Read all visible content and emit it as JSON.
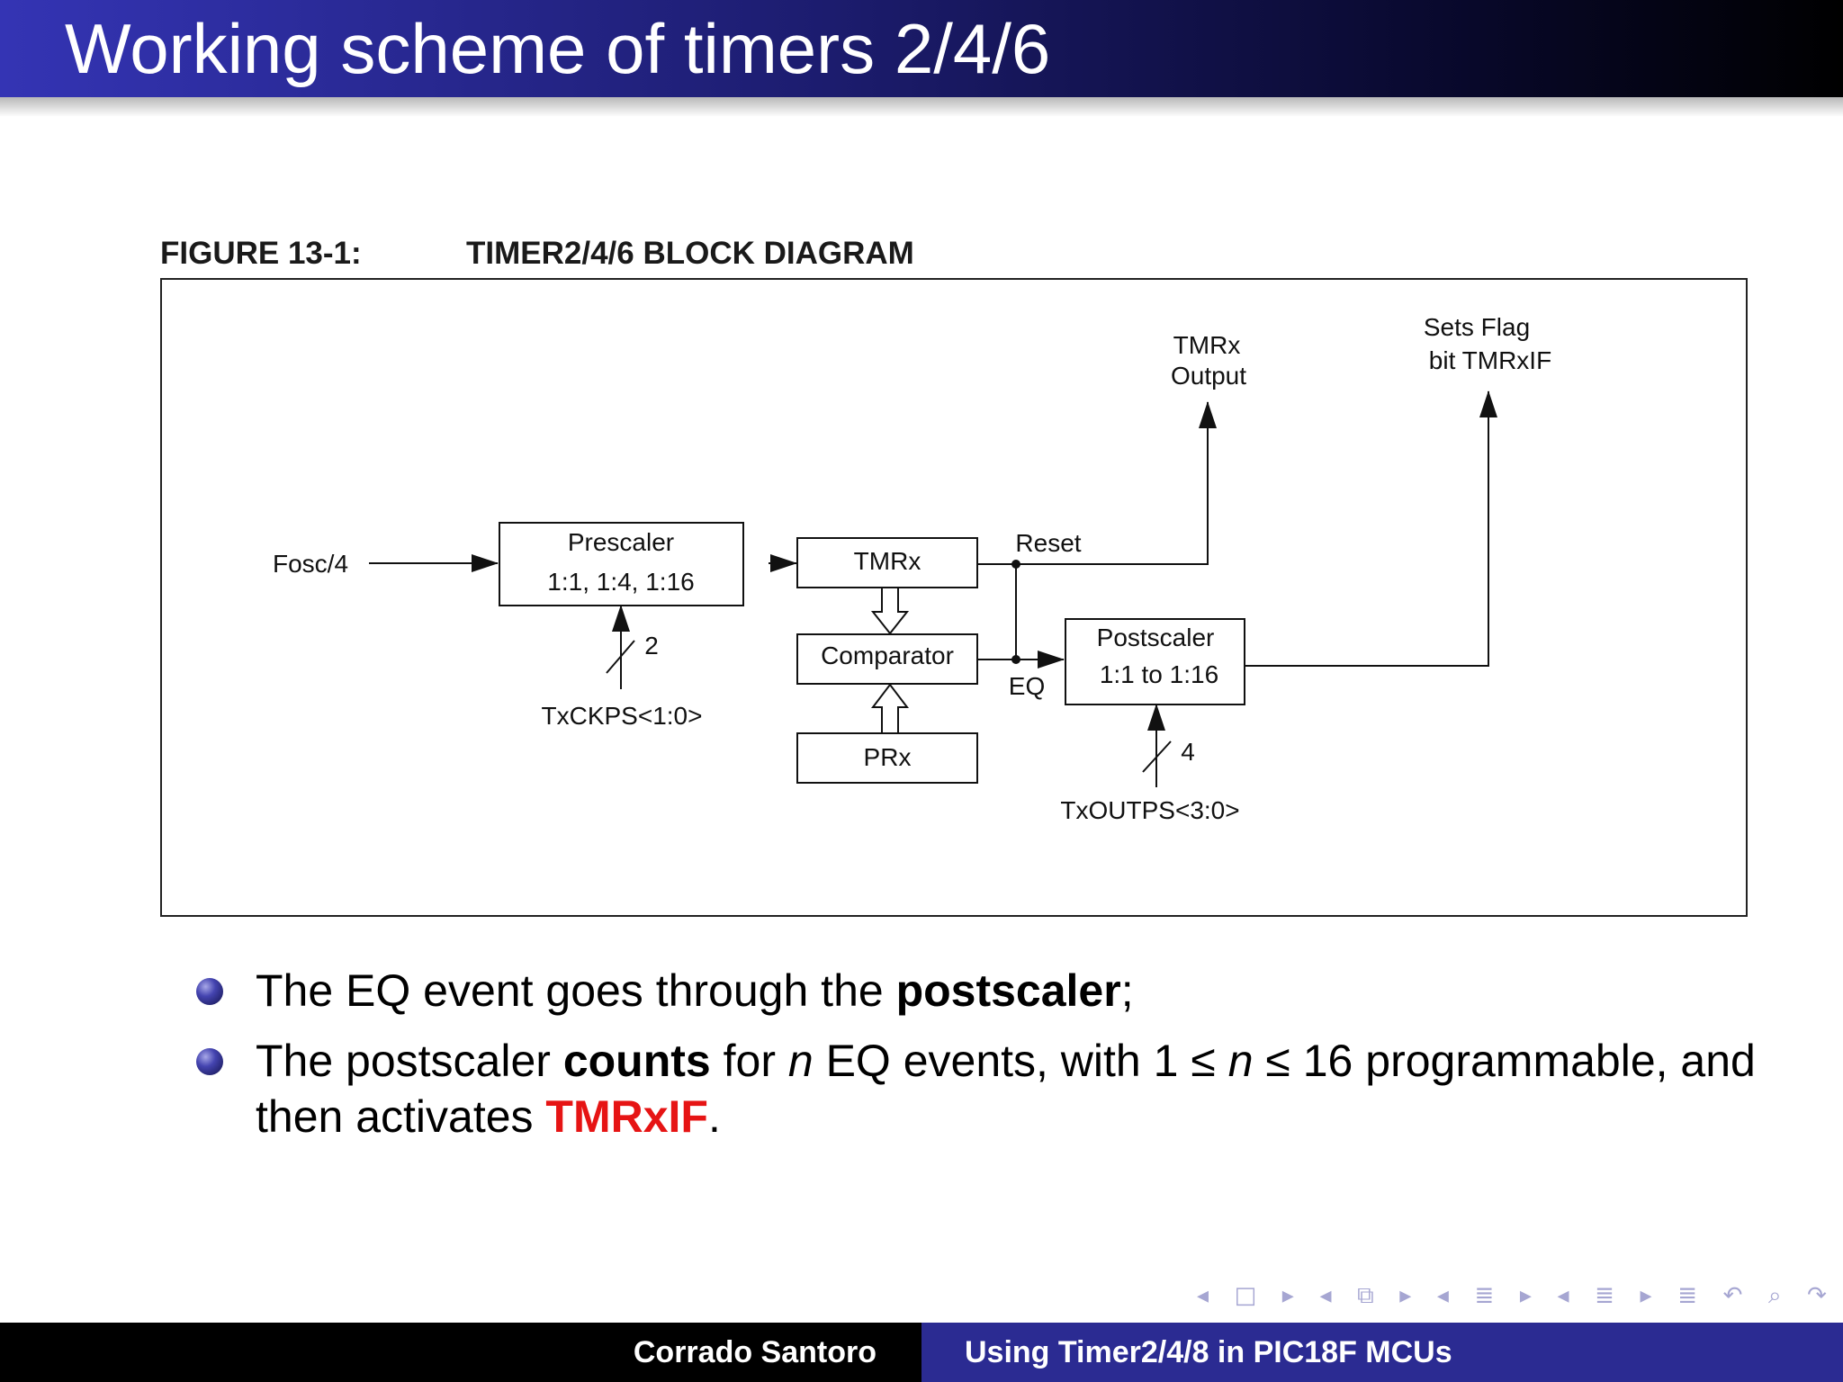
{
  "frame": {
    "title": "Working scheme of timers 2/4/6"
  },
  "figure": {
    "caption_number": "FIGURE 13-1:",
    "caption_title": "TIMER2/4/6 BLOCK DIAGRAM",
    "labels": {
      "fosc": "Fosc/4",
      "prescaler_title": "Prescaler",
      "prescaler_ratios": "1:1, 1:4, 1:16",
      "prescaler_bus_width": "2",
      "prescaler_bus_name": "TxCKPS<1:0>",
      "tmr": "TMRx",
      "comparator": "Comparator",
      "pr": "PRx",
      "reset": "Reset",
      "eq": "EQ",
      "postscaler_title": "Postscaler",
      "postscaler_ratios": "1:1 to 1:16",
      "postscaler_bus_width": "4",
      "postscaler_bus_name": "TxOUTPS<3:0>",
      "tmr_output_line1": "TMRx",
      "tmr_output_line2": "Output",
      "flag_line1": "Sets Flag",
      "flag_line2": "bit TMRxIF"
    }
  },
  "bullets": [
    {
      "pre": "The EQ event goes through the ",
      "bold": "postscaler",
      "post": ";"
    },
    {
      "pre": "The postscaler ",
      "bold": "counts",
      "mid1": " for ",
      "var1": "n",
      "mid2": " EQ events, with 1 ",
      "rel1": "≤",
      "var2": "n",
      "rel2": "≤",
      "mid3": " 16 programmable, and then activates ",
      "highlight": "TMRxIF",
      "post": "."
    }
  ],
  "navigation": {
    "prev_frame": "◂",
    "frame_icon": "□",
    "next_frame": "▸",
    "prev_sub": "◂",
    "sub_icon": "⧉",
    "next_sub": "▸",
    "prev_section": "◂",
    "section_icon": "≣",
    "next_section": "▸",
    "prev_subsection": "◂",
    "subsection_icon": "≣",
    "next_subsection": "▸",
    "toc_icon": "≣",
    "undo_icon": "↶",
    "search_icon": "⌕",
    "redo_icon": "↷"
  },
  "footer": {
    "author": "Corrado Santoro",
    "talk_title": "Using Timer2/4/8 in PIC18F MCUs"
  },
  "colors": {
    "title_bar_start": "#3434b4",
    "title_bar_end": "#000000",
    "footer_right": "#2b2b92",
    "highlight": "#e61414"
  }
}
